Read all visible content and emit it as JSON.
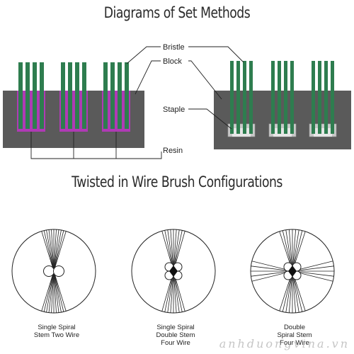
{
  "titles": {
    "set_methods": "Diagrams of Set Methods",
    "configurations": "Twisted in Wire Brush Configurations"
  },
  "labels": {
    "bristle": "Bristle",
    "block": "Block",
    "staple": "Staple",
    "resin": "Resin"
  },
  "configurations": [
    {
      "line1": "Single Spiral",
      "line2": "Stem Two Wire"
    },
    {
      "line1": "Single Spiral",
      "line2": "Double Stem",
      "line3": "Four Wire"
    },
    {
      "line1": "Double",
      "line2": "Spiral Stem",
      "line3": "Four Wire"
    }
  ],
  "watermark": "anhduongvina.vn",
  "colors": {
    "block": "#5a5a5a",
    "bristle": "#2e7d4f",
    "resin": "#b03ab5",
    "staple": "#c8c8c8",
    "line": "#222222"
  }
}
